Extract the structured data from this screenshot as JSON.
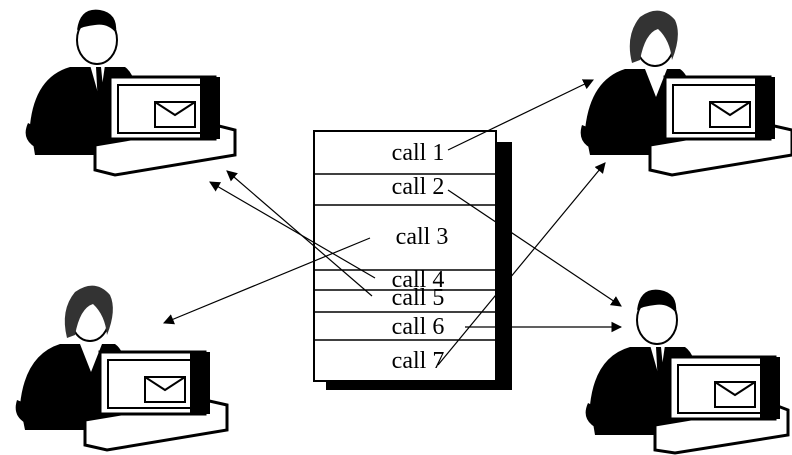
{
  "diagram": {
    "queue": {
      "calls": [
        {
          "label": "call 1"
        },
        {
          "label": "call 2"
        },
        {
          "label": "call 3"
        },
        {
          "label": "call 4"
        },
        {
          "label": "call 5"
        },
        {
          "label": "call 6"
        },
        {
          "label": "call 7"
        }
      ]
    },
    "people": [
      {
        "id": "top-left",
        "role": "male agent at computer"
      },
      {
        "id": "top-right",
        "role": "female agent at computer"
      },
      {
        "id": "bottom-left",
        "role": "female agent at computer"
      },
      {
        "id": "bottom-right",
        "role": "male agent at computer"
      }
    ],
    "colors": {
      "ink": "#000000",
      "background": "#ffffff",
      "shadow": "#000000"
    }
  }
}
